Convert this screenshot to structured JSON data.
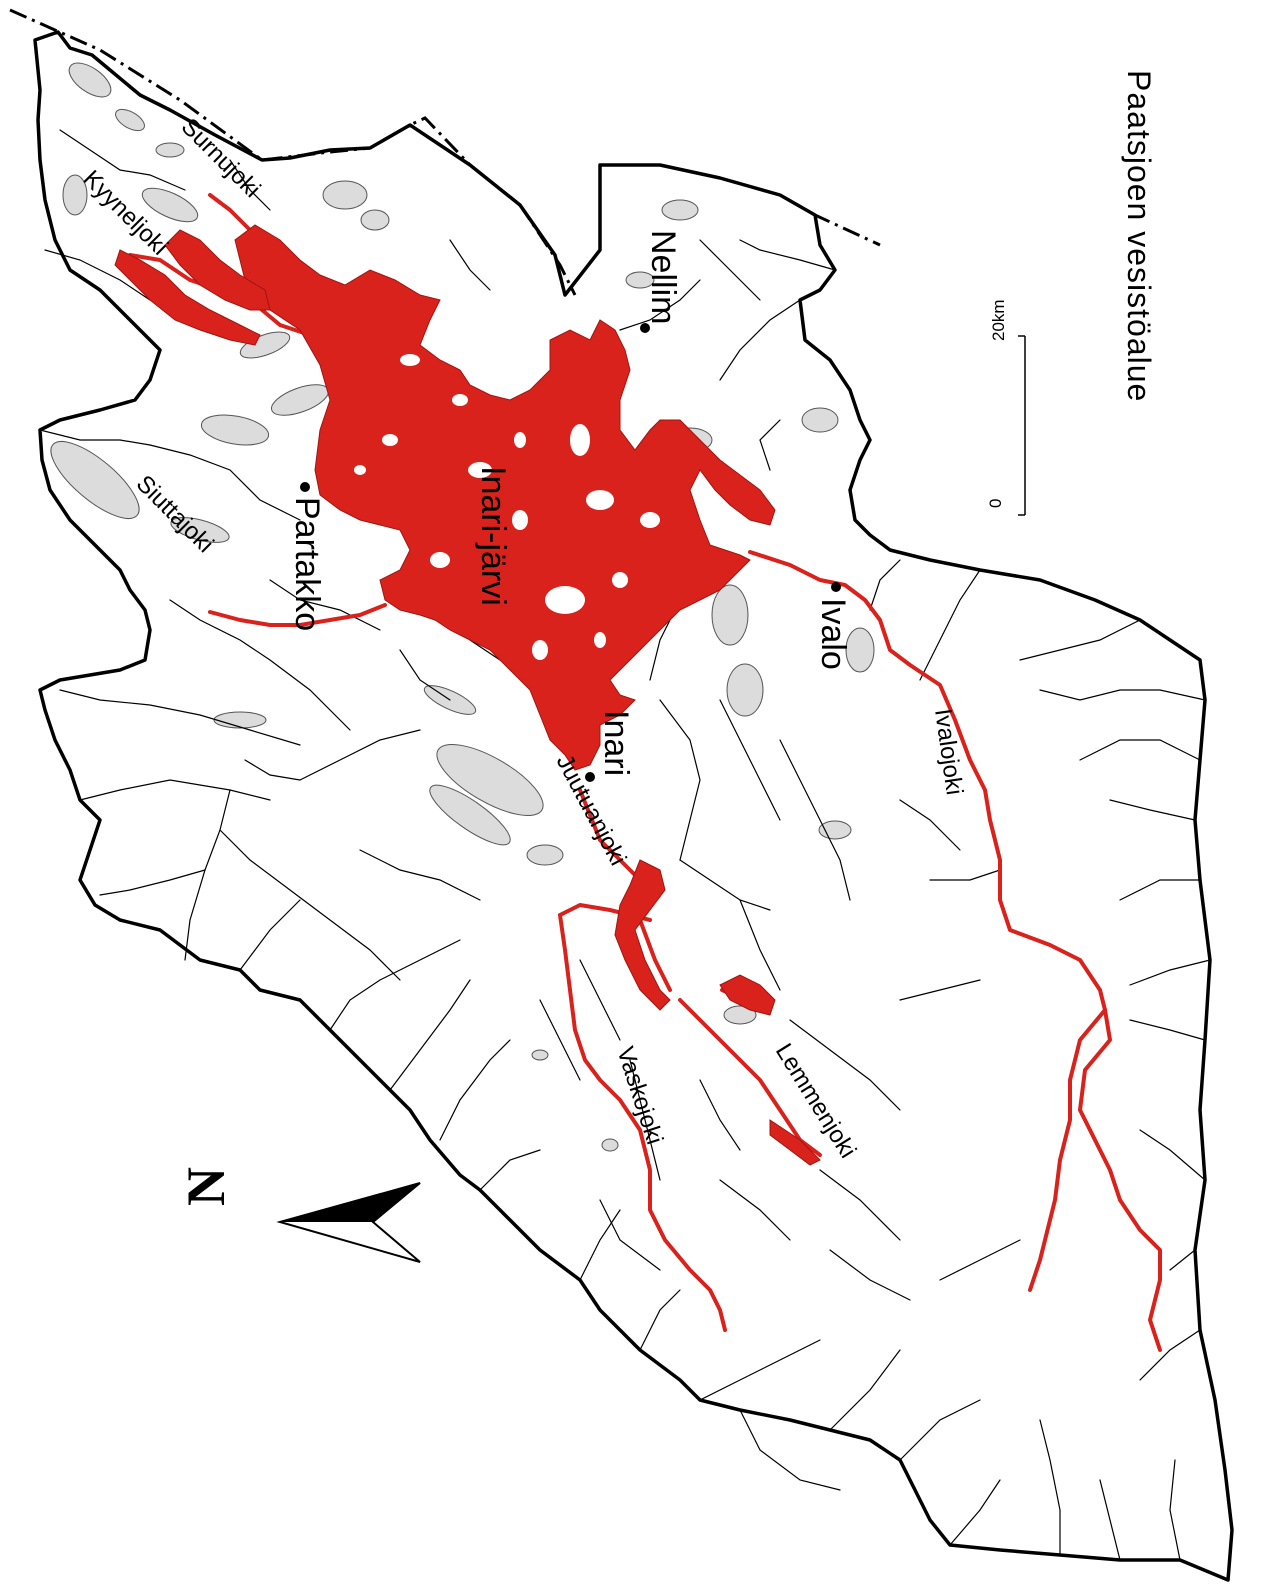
{
  "map": {
    "title": "Paatsjoen vesistöalue",
    "lake_name": "Inari-järvi",
    "places": [
      {
        "name": "Nellim"
      },
      {
        "name": "Partakko"
      },
      {
        "name": "Inari"
      },
      {
        "name": "Ivalo"
      }
    ],
    "rivers": [
      {
        "name": "Surnujoki"
      },
      {
        "name": "Kyyneljoki"
      },
      {
        "name": "Siuttajoki"
      },
      {
        "name": "Juutuanjoki"
      },
      {
        "name": "Ivalojoki"
      },
      {
        "name": "Vaskojoki"
      },
      {
        "name": "Lemmenjoki"
      }
    ],
    "scale": {
      "zero": "0",
      "label": "20km"
    },
    "north_arrow": "N",
    "colors": {
      "lake": "#d9221c",
      "land": "#ffffff",
      "small_lakes": "#dcdcdc",
      "border": "#000000"
    }
  }
}
